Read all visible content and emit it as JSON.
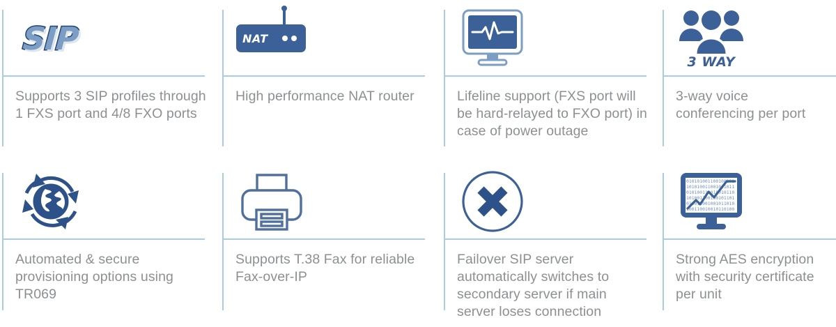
{
  "theme": {
    "icon_blue": "#3c6198",
    "icon_blue_dark": "#23447a",
    "divider_blue": "#a9cde0",
    "text_gray": "#8c9093",
    "background": "#ffffff"
  },
  "features": [
    {
      "icon": "sip-logo-icon",
      "icon_label": "SIP",
      "text": "Supports 3 SIP profiles through 1 FXS port and 4/8 FXO ports"
    },
    {
      "icon": "nat-router-icon",
      "icon_label": "NAT",
      "text": "High performance NAT router"
    },
    {
      "icon": "monitor-pulse-icon",
      "icon_label": "",
      "text": "Lifeline support (FXS port will be hard-relayed to FXO port) in case of power outage"
    },
    {
      "icon": "three-users-icon",
      "icon_label": "3 WAY",
      "text": "3-way voice conferencing per port"
    },
    {
      "icon": "globe-refresh-icon",
      "icon_label": "",
      "text": "Automated & secure provisioning options using TR069"
    },
    {
      "icon": "fax-printer-icon",
      "icon_label": "",
      "text": "Supports T.38 Fax for reliable Fax-over-IP"
    },
    {
      "icon": "circle-x-icon",
      "icon_label": "",
      "text": "Failover SIP server automatically switches to secondary server if main server loses connection"
    },
    {
      "icon": "monitor-binary-chart-icon",
      "icon_label": "",
      "text": "Strong AES encryption with security certificate per unit"
    }
  ]
}
